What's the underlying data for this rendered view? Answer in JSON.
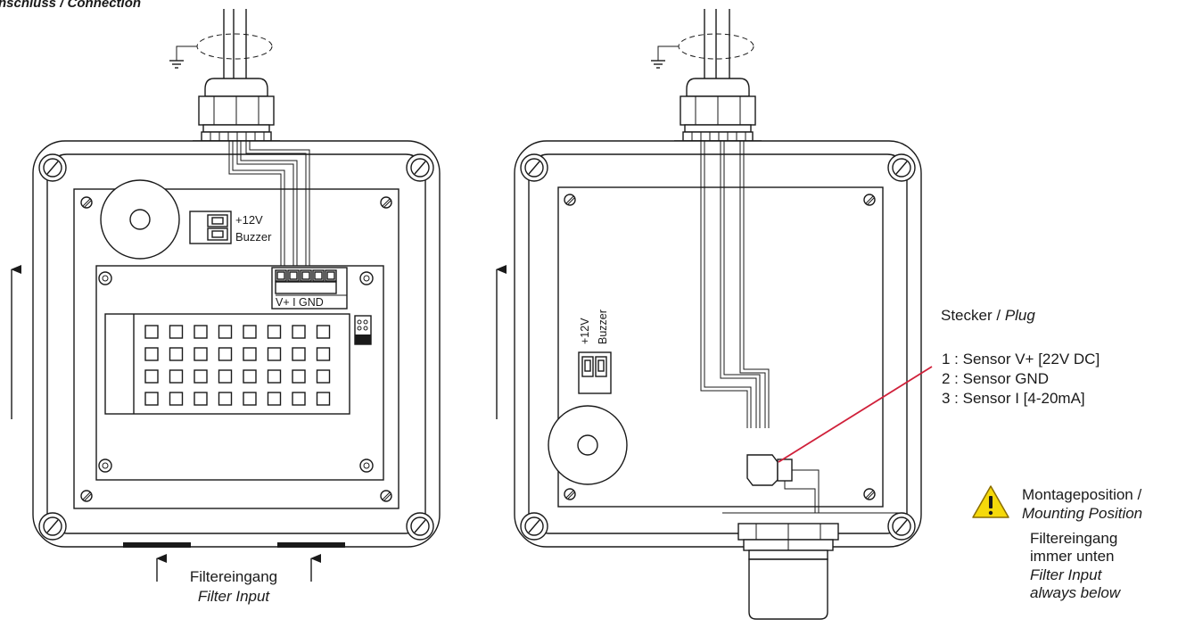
{
  "header": {
    "title_de": "nschluss",
    "title_sep": " / ",
    "title_en": "Connection"
  },
  "left_box": {
    "terminal_12v": "+12V",
    "terminal_buzzer": "Buzzer",
    "connector_label": "V+ I GND",
    "filter_input_de": "Filtereingang",
    "filter_input_en": "Filter Input"
  },
  "right_box": {
    "terminal_12v": "+12V",
    "terminal_buzzer": "Buzzer"
  },
  "plug_legend": {
    "title_de": "Stecker",
    "title_sep": " / ",
    "title_en": "Plug",
    "pins": [
      "1 : Sensor V+ [22V DC]",
      "2 : Sensor GND",
      "3 : Sensor I [4-20mA]"
    ]
  },
  "mounting": {
    "title_de": "Montageposition /",
    "title_en": "Mounting Position",
    "note_de_1": "Filtereingang",
    "note_de_2": "immer unten",
    "note_en_1": "Filter Input",
    "note_en_2": "always below"
  },
  "colors": {
    "line": "#1a1a1a",
    "pointer": "#d0203a",
    "warning_fill": "#f5d90a"
  }
}
